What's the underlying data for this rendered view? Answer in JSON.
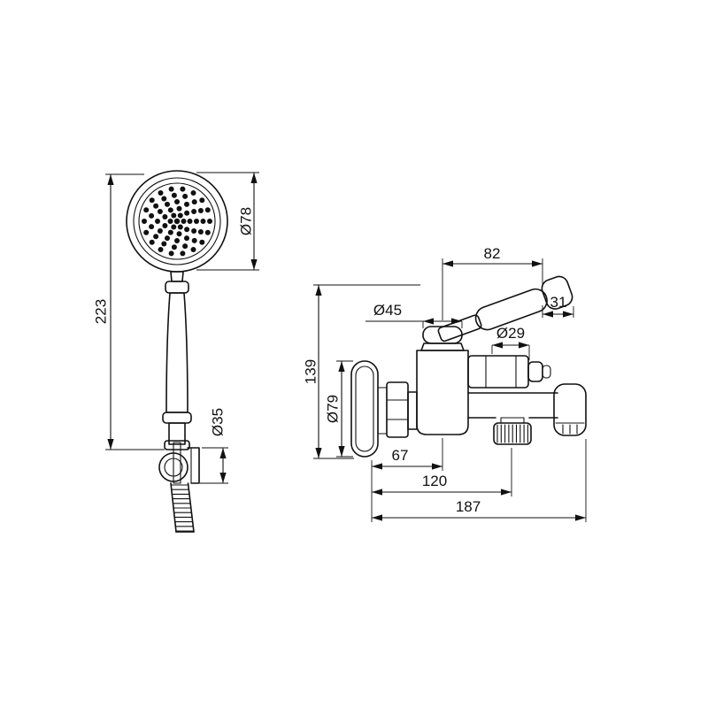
{
  "drawing": {
    "background": "#ffffff",
    "line_color": "#111111",
    "labels": {
      "head_diameter": "Ø78",
      "shower_length": "223",
      "holder_diameter": "Ø35",
      "lever_length": "82",
      "lever_end_width": "31",
      "body_diameter": "Ø45",
      "valve_diameter": "Ø29",
      "mixer_height": "139",
      "flange_diameter": "Ø79",
      "wall_to_body": "67",
      "wall_to_diverter": "120",
      "wall_to_spout_end": "187"
    }
  }
}
